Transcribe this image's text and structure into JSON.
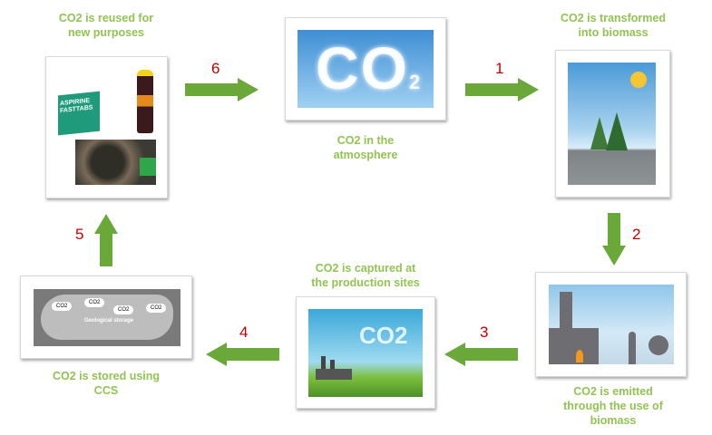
{
  "colors": {
    "label": "#92c353",
    "arrow": "#6aa83a",
    "number": "#c00000"
  },
  "stages": {
    "atmosphere": {
      "label_line1": "CO2 in the",
      "label_line2": "atmosphere",
      "image_text": "CO",
      "image_sub": "2"
    },
    "biomass": {
      "label_line1": "CO2 is transformed",
      "label_line2": "into biomass"
    },
    "emitted": {
      "label_line1": "CO2 is emitted",
      "label_line2": "through the use of",
      "label_line3": "biomass"
    },
    "captured": {
      "label_line1": "CO2 is captured at",
      "label_line2": "the production sites",
      "image_text": "CO2"
    },
    "stored": {
      "label_line1": "CO2 is stored using",
      "label_line2": "CCS",
      "image_caption": "Geological storage",
      "bubble": "CO2"
    },
    "reused": {
      "label_line1": "CO2 is reused for",
      "label_line2": "new purposes",
      "aspirin_text": "ASPIRINE FASTTABS"
    }
  },
  "arrows": [
    {
      "step": "1",
      "direction": "right",
      "from": "atmosphere",
      "to": "biomass"
    },
    {
      "step": "2",
      "direction": "down",
      "from": "biomass",
      "to": "emitted"
    },
    {
      "step": "3",
      "direction": "left",
      "from": "emitted",
      "to": "captured"
    },
    {
      "step": "4",
      "direction": "left",
      "from": "captured",
      "to": "stored"
    },
    {
      "step": "5",
      "direction": "up",
      "from": "stored",
      "to": "reused"
    },
    {
      "step": "6",
      "direction": "right",
      "from": "reused",
      "to": "atmosphere"
    }
  ]
}
